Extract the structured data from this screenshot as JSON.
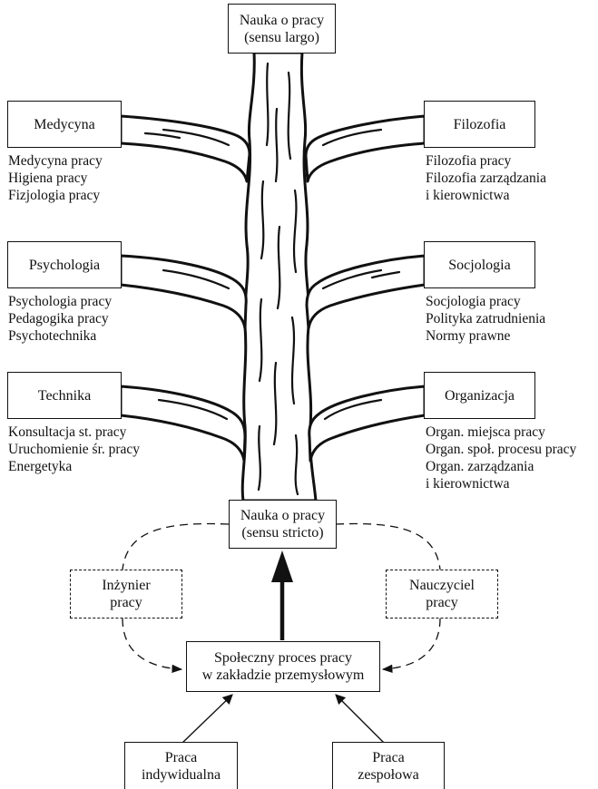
{
  "top": {
    "line1": "Nauka o pracy",
    "line2": "(sensu largo)"
  },
  "left": [
    {
      "title": "Medycyna",
      "items": [
        "Medycyna pracy",
        "Higiena pracy",
        "Fizjologia pracy"
      ]
    },
    {
      "title": "Psychologia",
      "items": [
        "Psychologia pracy",
        "Pedagogika pracy",
        "Psychotechnika"
      ]
    },
    {
      "title": "Technika",
      "items": [
        "Konsultacja st. pracy",
        "Uruchomienie śr. pracy",
        "Energetyka"
      ]
    }
  ],
  "right": [
    {
      "title": "Filozofia",
      "items": [
        "Filozofia pracy",
        "Filozofia zarządzania",
        "i kierownictwa"
      ]
    },
    {
      "title": "Socjologia",
      "items": [
        "Socjologia pracy",
        "Polityka zatrudnienia",
        "Normy prawne"
      ]
    },
    {
      "title": "Organizacja",
      "items": [
        "Organ. miejsca pracy",
        "Organ. społ. procesu pracy",
        "Organ. zarządzania",
        "i kierownictwa"
      ]
    }
  ],
  "stricto": {
    "line1": "Nauka o pracy",
    "line2": "(sensu stricto)"
  },
  "engineer": {
    "line1": "Inżynier",
    "line2": "pracy"
  },
  "teacher": {
    "line1": "Nauczyciel",
    "line2": "pracy"
  },
  "process": {
    "line1": "Społeczny proces pracy",
    "line2": "w zakładzie przemysłowym"
  },
  "individual": {
    "line1": "Praca",
    "line2": "indywidualna"
  },
  "team": {
    "line1": "Praca",
    "line2": "zespołowa"
  }
}
